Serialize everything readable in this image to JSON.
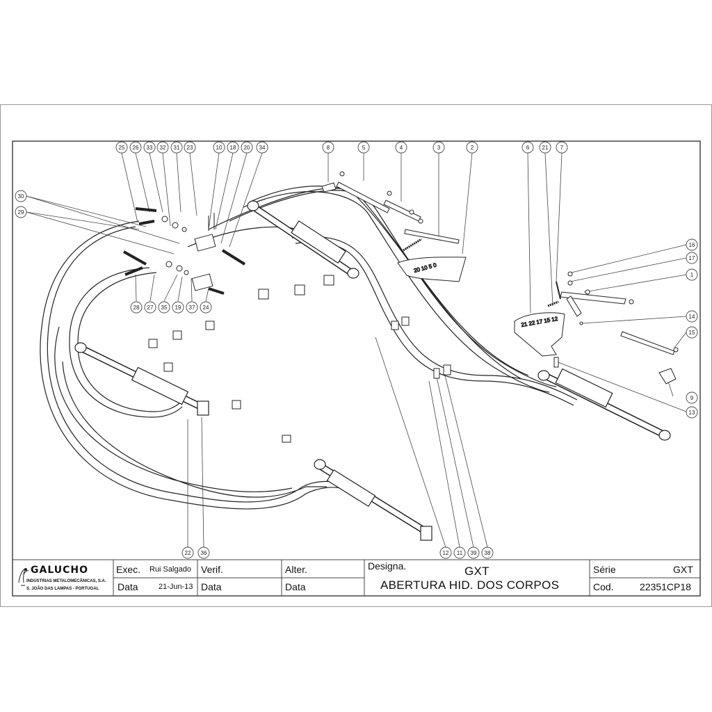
{
  "title_block": {
    "company": {
      "logo_text": "GALUCHO",
      "line1": "INDÚSTRIAS METALOMECÂNICAS, S.A.",
      "line2": "S. JOÃO DAS LAMPAS - PORTUGAL"
    },
    "exec_label": "Exec.",
    "exec_value": "Rui Salgado",
    "data_label": "Data",
    "data_value": "21-Jun-13",
    "verif_label": "Verif.",
    "verif_data_label": "Data",
    "alter_label": "Alter.",
    "alter_data_label": "Data",
    "designa_label": "Designa.",
    "designa_model": "GXT",
    "designa_title": "ABERTURA HID. DOS CORPOS",
    "serie_label": "Série",
    "serie_value": "GXT",
    "cod_label": "Cod.",
    "cod_value": "22351CP18"
  },
  "callouts": [
    "25",
    "26",
    "33",
    "32",
    "31",
    "23",
    "10",
    "18",
    "20",
    "34",
    "8",
    "5",
    "4",
    "3",
    "2",
    "6",
    "21",
    "7",
    "30",
    "29",
    "16",
    "17",
    "1",
    "14",
    "15",
    "9",
    "13",
    "28",
    "27",
    "35",
    "19",
    "37",
    "24",
    "22",
    "36",
    "12",
    "11",
    "39",
    "38"
  ],
  "colors": {
    "line": "#222222",
    "frame": "#444444",
    "background": "#ffffff"
  }
}
